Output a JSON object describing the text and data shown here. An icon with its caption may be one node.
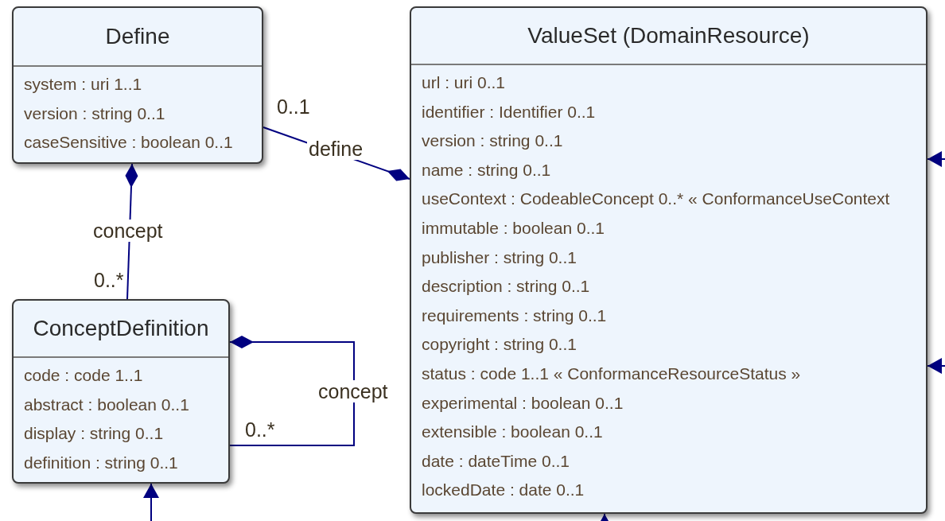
{
  "diagram": {
    "nodes": [
      {
        "text": [
          "Define",
          "system : uri 1..1",
          "version : string 0..1",
          "caseSensitive : boolean 0..1"
        ]
      },
      {
        "text": [
          "ValueSet (DomainResource)",
          "url : uri 0..1",
          "identifier : Identifier 0..1",
          "version : string 0..1",
          "name : string 0..1",
          "useContext : CodeableConcept 0..* « ConformanceUseContext",
          "immutable : boolean 0..1",
          "publisher : string 0..1",
          "description : string 0..1",
          "requirements : string 0..1",
          "copyright : string 0..1",
          "status : code 1..1 « ConformanceResourceStatus »",
          "experimental : boolean 0..1",
          "extensible : boolean 0..1",
          "date : dateTime 0..1",
          "lockedDate : date 0..1"
        ]
      },
      {
        "text": [
          "ConceptDefinition",
          "code : code 1..1",
          "abstract : boolean 0..1",
          "display : string 0..1",
          "definition : string 0..1"
        ]
      }
    ],
    "edges": [
      {
        "from": 0,
        "to": 1,
        "arrow": "other",
        "label": "define"
      },
      {
        "from": 2,
        "to": 0,
        "arrow": "other",
        "label": "concept"
      },
      {
        "from": 2,
        "to": 2,
        "arrow": "other",
        "label": "concept"
      },
      {
        "from": null,
        "to": 1,
        "arrow": "to"
      },
      {
        "from": null,
        "to": 1,
        "arrow": "to"
      },
      {
        "from": null,
        "to": 2,
        "arrow": "to"
      },
      {
        "from": null,
        "to": 1,
        "arrow": "to"
      }
    ],
    "labels": [
      "0..1",
      "0..*",
      "0..*"
    ]
  }
}
